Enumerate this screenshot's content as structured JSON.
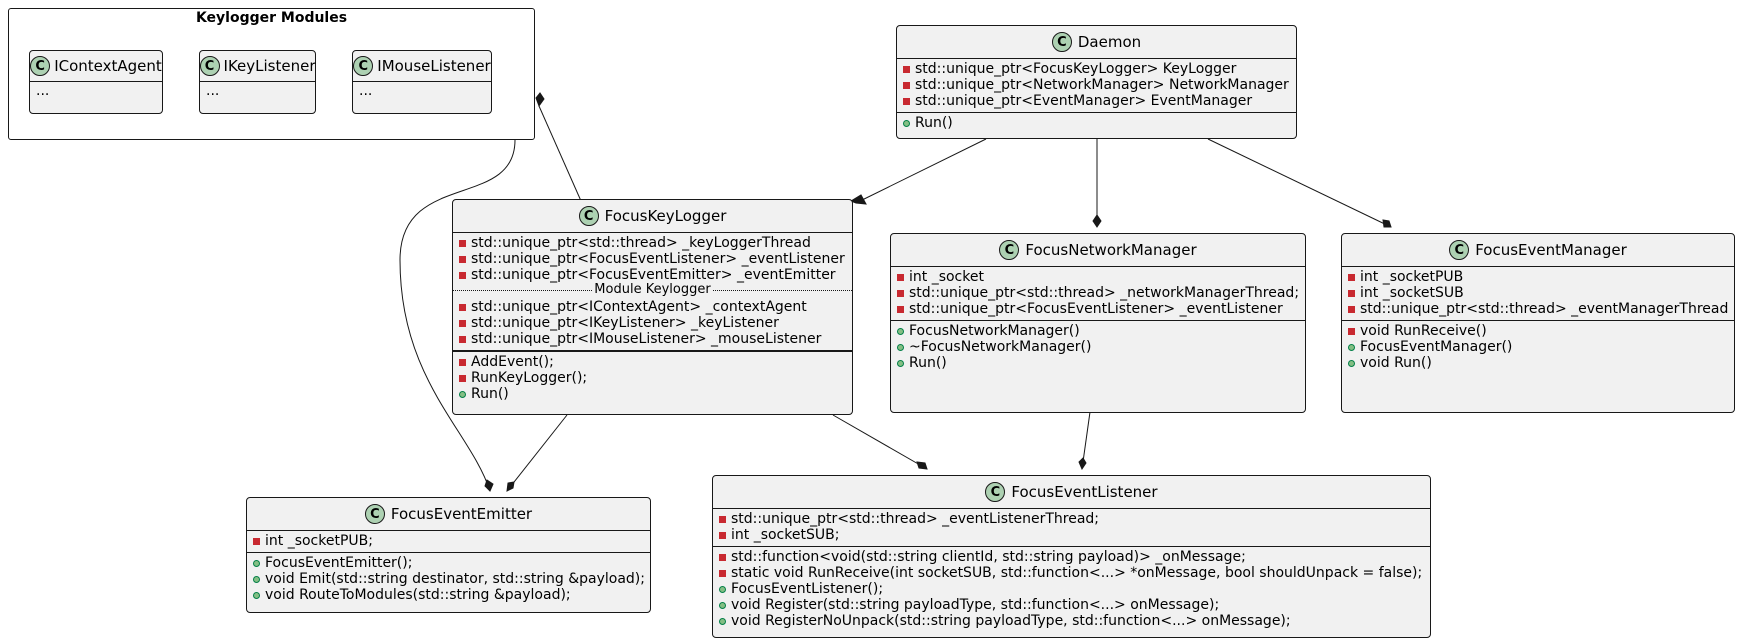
{
  "package": {
    "title": "Keylogger Modules"
  },
  "module_classes": [
    {
      "name": "IContextAgent",
      "body": "..."
    },
    {
      "name": "IKeyListener",
      "body": "..."
    },
    {
      "name": "IMouseListener",
      "body": "..."
    }
  ],
  "class_icon_letter": "C",
  "daemon": {
    "name": "Daemon",
    "attributes": [
      "std::unique_ptr<FocusKeyLogger> KeyLogger",
      "std::unique_ptr<NetworkManager> NetworkManager",
      "std::unique_ptr<EventManager> EventManager"
    ],
    "methods": [
      "Run()"
    ]
  },
  "focus_key_logger": {
    "name": "FocusKeyLogger",
    "attributes": [
      "std::unique_ptr<std::thread> _keyLoggerThread",
      "std::unique_ptr<FocusEventListener> _eventListener",
      "std::unique_ptr<FocusEventEmitter> _eventEmitter"
    ],
    "separator": "Module Keylogger",
    "module_attributes": [
      "std::unique_ptr<IContextAgent> _contextAgent",
      "std::unique_ptr<IKeyListener> _keyListener",
      "std::unique_ptr<IMouseListener> _mouseListener"
    ],
    "methods": [
      "AddEvent();",
      "RunKeyLogger();",
      "Run()"
    ]
  },
  "focus_network_manager": {
    "name": "FocusNetworkManager",
    "attributes": [
      "int _socket",
      "std::unique_ptr<std::thread> _networkManagerThread;",
      "std::unique_ptr<FocusEventListener> _eventListener"
    ],
    "methods": [
      "FocusNetworkManager()",
      "~FocusNetworkManager()",
      "Run()"
    ]
  },
  "focus_event_manager": {
    "name": "FocusEventManager",
    "attributes": [
      "int _socketPUB",
      "int _socketSUB",
      "std::unique_ptr<std::thread> _eventManagerThread"
    ],
    "methods": [
      "void RunReceive()",
      "FocusEventManager()",
      "void Run()"
    ]
  },
  "focus_event_emitter": {
    "name": "FocusEventEmitter",
    "attributes": [
      "int _socketPUB;"
    ],
    "methods": [
      "FocusEventEmitter();",
      "void Emit(std::string destinator, std::string &payload);",
      "void RouteToModules(std::string &payload);"
    ]
  },
  "focus_event_listener": {
    "name": "FocusEventListener",
    "attributes": [
      "std::unique_ptr<std::thread> _eventListenerThread;",
      "int _socketSUB;"
    ],
    "methods": [
      "std::function<void(std::string clientId, std::string payload)> _onMessage;",
      "static void RunReceive(int socketSUB, std::function<...> *onMessage, bool shouldUnpack = false);",
      "FocusEventListener();",
      "void Register(std::string payloadType, std::function<...> onMessage);",
      "void RegisterNoUnpack(std::string payloadType, std::function<...> onMessage);"
    ]
  },
  "colors": {
    "class_fill": "#f1f1f1",
    "border": "#181818",
    "icon_fill": "#add1b2",
    "private_marker": "#c82930",
    "public_marker": "#84be84"
  }
}
